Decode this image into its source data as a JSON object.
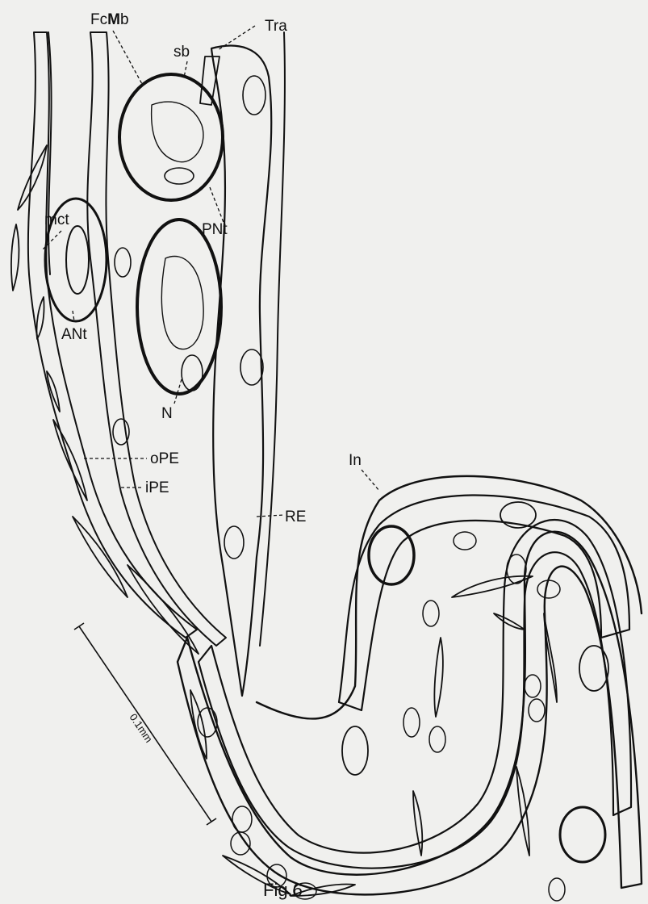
{
  "labels": {
    "fcmb_fc": "Fc",
    "fcmb_m": "M",
    "fcmb_b": "b",
    "sb": "sb",
    "tra": "Tra",
    "mct": "mct",
    "pnt": "PNt",
    "ant": "ANt",
    "n": "N",
    "ope": "oPE",
    "ipe": "iPE",
    "re": "RE",
    "in": "In"
  },
  "scale_bar": {
    "label": "0.1mm"
  },
  "caption": "Fig.6",
  "colors": {
    "ink": "#111111",
    "background": "#f0f0ee",
    "stipple": "#e2e2dc"
  }
}
